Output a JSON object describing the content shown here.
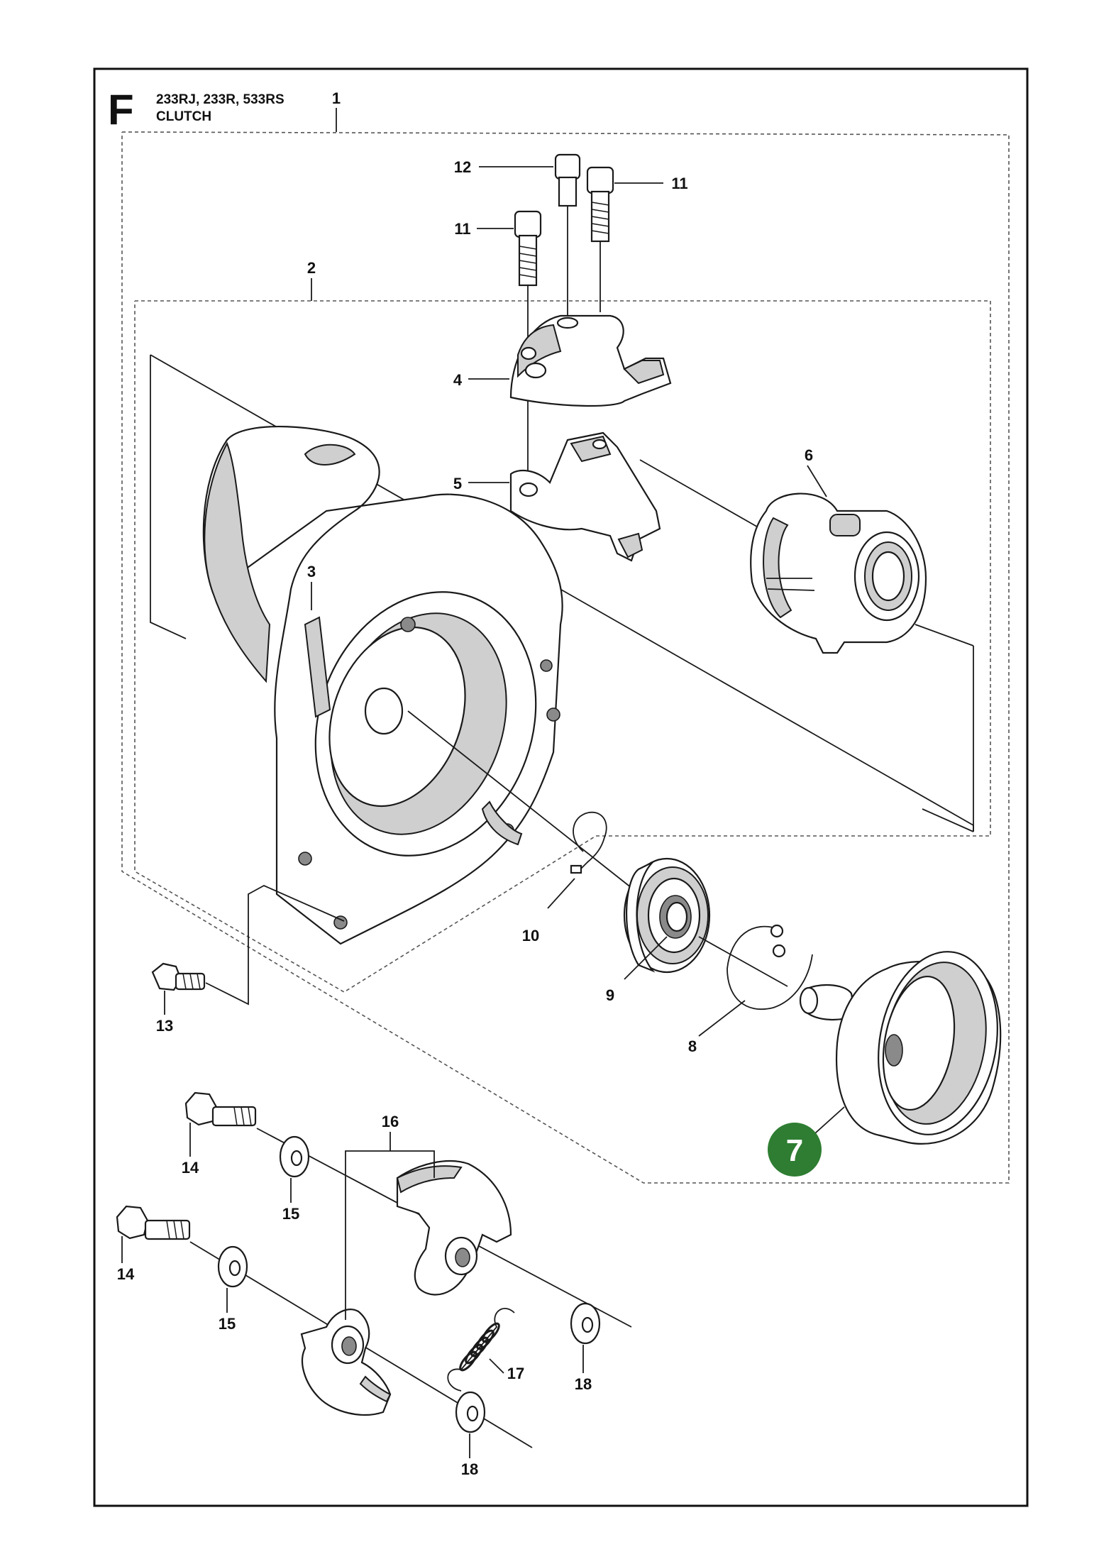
{
  "header": {
    "section_letter": "F",
    "models": "233RJ, 233R, 533RS",
    "title": "CLUTCH"
  },
  "highlight": {
    "part": "7",
    "color": "#2e7d32"
  },
  "callouts": [
    "1",
    "2",
    "3",
    "4",
    "5",
    "6",
    "7",
    "8",
    "9",
    "10",
    "11",
    "11",
    "12",
    "13",
    "14",
    "14",
    "15",
    "15",
    "16",
    "17",
    "18",
    "18"
  ]
}
